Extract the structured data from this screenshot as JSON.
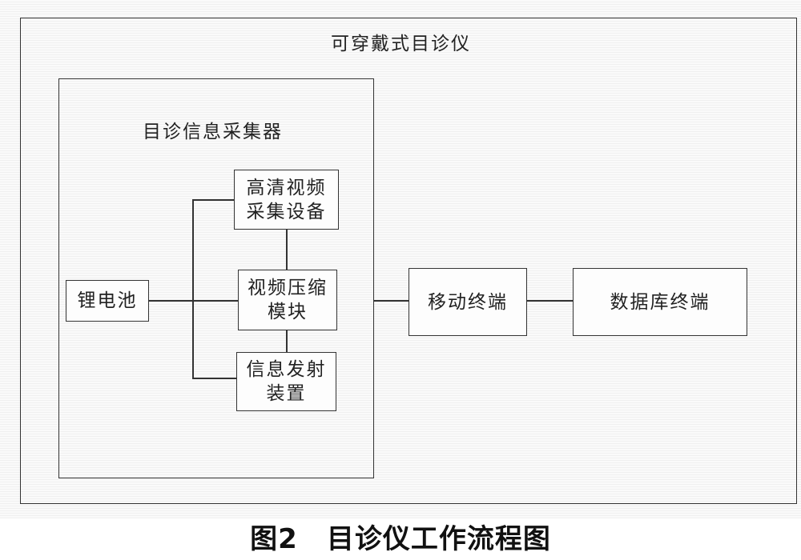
{
  "diagram": {
    "outer_title": "可穿戴式目诊仪",
    "collector_title": "目诊信息采集器",
    "nodes": {
      "hd_video": [
        "高清视频",
        "采集设备"
      ],
      "compression": [
        "视频压缩",
        "模块"
      ],
      "transmitter": [
        "信息发射",
        "装置"
      ],
      "battery": "锂电池",
      "mobile": "移动终端",
      "database": "数据库终端"
    }
  },
  "caption": {
    "figure_number": "图2",
    "title": "目诊仪工作流程图"
  }
}
